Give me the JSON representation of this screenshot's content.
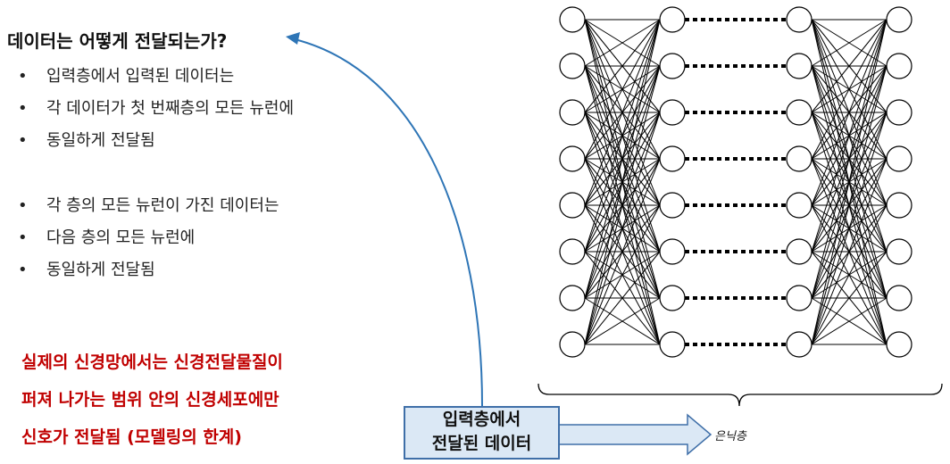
{
  "title": "데이터는 어떻게 전달되는가?",
  "bullets_group1": [
    "입력층에서 입력된 데이터는",
    "각 데이터가 첫 번째층의 모든 뉴런에",
    "동일하게 전달됨"
  ],
  "bullets_group2": [
    "각 층의 모든 뉴런이 가진 데이터는",
    "다음 층의 모든 뉴런에",
    "동일하게 전달됨"
  ],
  "note_lines": [
    "실제의 신경망에서는 신경전달물질이",
    "퍼져 나가는 범위 안의 신경세포에만",
    "신호가 전달됨 (모델링의 한계)"
  ],
  "callout": {
    "line1": "입력층에서",
    "line2": "전달된 데이터"
  },
  "hidden_layer_label": "은닉층",
  "colors": {
    "note": "#c00000",
    "curve": "#2e75b6",
    "callout_fill": "#dbe8f5",
    "callout_border": "#3f6fa8"
  },
  "network": {
    "neurons_per_layer": 8,
    "layers": 4
  }
}
